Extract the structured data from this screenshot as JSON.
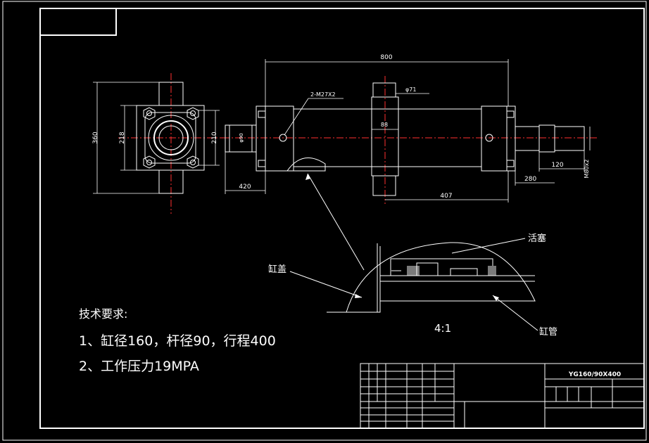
{
  "drawing": {
    "model_code": "YG160/90X400",
    "scale_note": "4:1"
  },
  "dimensions": {
    "overall_length": "800",
    "port_thread": "2-M27X2",
    "trunnion_dia": "φ71",
    "trunnion_width": "88",
    "left_extension": "420",
    "trunnion_to_rod": "407",
    "rod_shoulder": "280",
    "rod_end_length": "120",
    "rod_thread": "M80x2",
    "flange_height": "360",
    "flange_square": "218",
    "bolt_spacing": "210",
    "bore_small": "φ90"
  },
  "labels": {
    "piston": "活塞",
    "cylinder_cap": "缸盖",
    "cylinder_tube": "缸管"
  },
  "notes": {
    "title": "技术要求:",
    "line1": "1、缸径160，杆径90，行程400",
    "line2": "2、工作压力19MPA"
  },
  "colors": {
    "background": "#000000",
    "line": "#ffffff",
    "centerline": "#ff3030",
    "hatch_fill": "#7a7a7a"
  }
}
